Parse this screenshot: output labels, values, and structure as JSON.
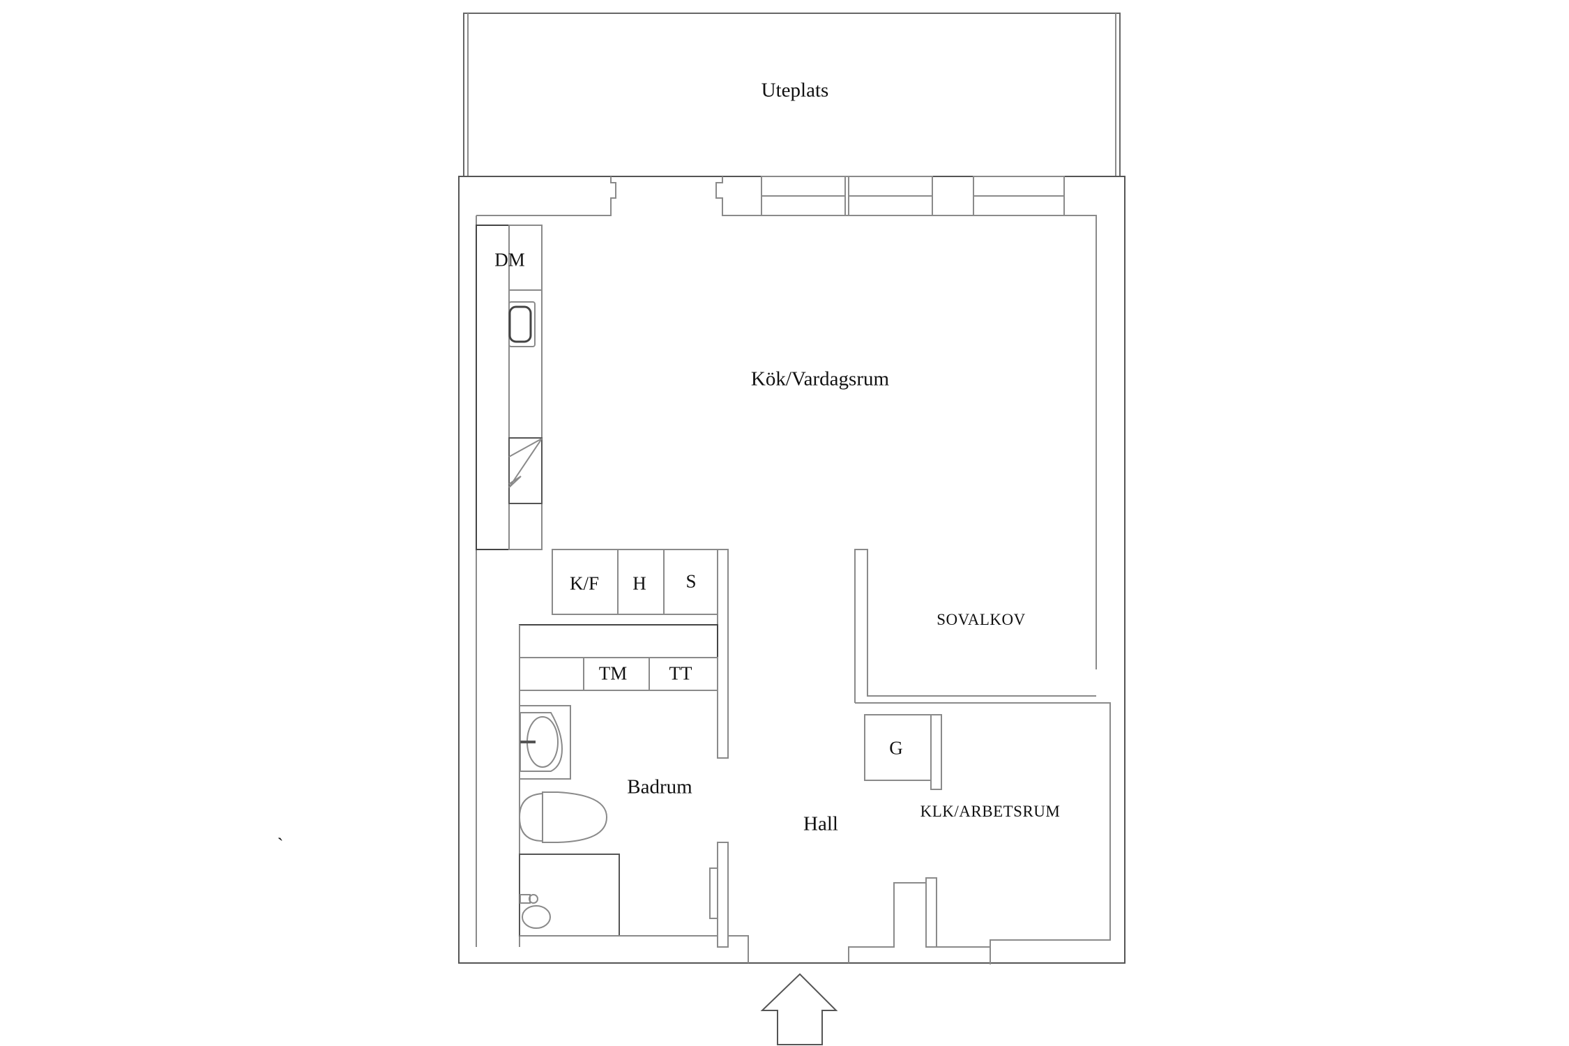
{
  "floorplan": {
    "rooms": [
      {
        "id": "uteplats",
        "label": "Uteplats"
      },
      {
        "id": "kok-vardagsrum",
        "label": "Kök/Vardagsrum"
      },
      {
        "id": "sovalkov",
        "label": "SOVALKOV"
      },
      {
        "id": "klk-arbetsrum",
        "label": "KLK/ARBETSRUM"
      },
      {
        "id": "hall",
        "label": "Hall"
      },
      {
        "id": "badrum",
        "label": "Badrum"
      }
    ],
    "appliances": [
      {
        "id": "dm",
        "label": "DM"
      },
      {
        "id": "kf",
        "label": "K/F"
      },
      {
        "id": "h",
        "label": "H"
      },
      {
        "id": "s",
        "label": "S"
      },
      {
        "id": "tm",
        "label": "TM"
      },
      {
        "id": "tt",
        "label": "TT"
      },
      {
        "id": "g",
        "label": "G"
      }
    ],
    "stray_mark": "`",
    "entrance_icon": "arrow-up-icon",
    "colors": {
      "wall": "#8a8a8a",
      "wall_dark": "#555555",
      "text": "#111111",
      "background": "#ffffff"
    }
  }
}
